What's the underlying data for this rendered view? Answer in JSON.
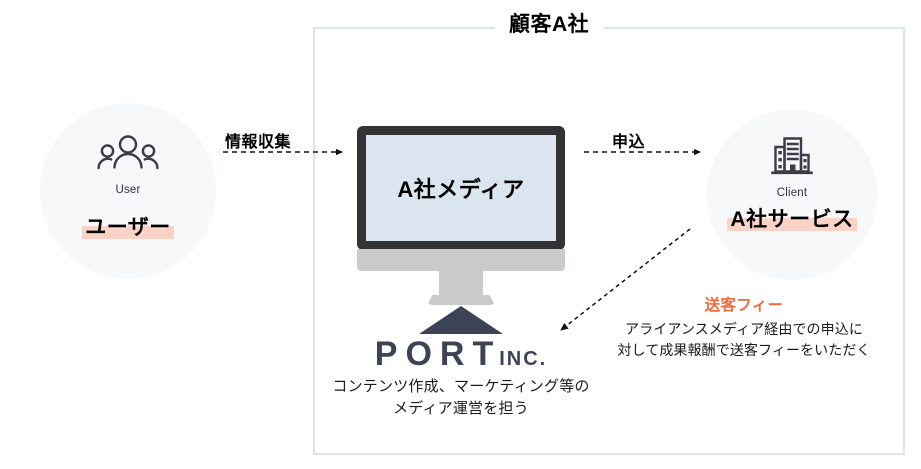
{
  "diagram": {
    "container": {
      "title": "顧客A社"
    },
    "nodes": {
      "user": {
        "icon_name": "people-group-icon",
        "sub_label": "User",
        "main_label": "ユーザー",
        "circle_color": "#f7f8fa",
        "highlight_color": "#fbd3c6"
      },
      "media": {
        "icon_name": "desktop-monitor-icon",
        "screen_label": "A社メディア",
        "screen_color": "#dbe5f0",
        "bezel_color": "#333333",
        "stand_color": "#c9cbcb"
      },
      "client": {
        "icon_name": "office-building-icon",
        "sub_label": "Client",
        "main_label": "A社サービス",
        "circle_color": "#f7f8fa",
        "highlight_color": "#fbd3c6"
      },
      "port": {
        "logo_mark_name": "port-triangle-mark",
        "logo_word": "PORT",
        "logo_suffix": "INC.",
        "logo_color": "#3c4354",
        "description_line1": "コンテンツ作成、マーケティング等の",
        "description_line2": "メディア運営を担う"
      }
    },
    "arrows": {
      "info_collect": {
        "label": "情報収集",
        "style": "dashed",
        "direction": "right"
      },
      "apply": {
        "label": "申込",
        "style": "dashed",
        "direction": "right"
      },
      "fee": {
        "title": "送客フィー",
        "title_color": "#f2693c",
        "description_line1": "アライアンスメディア経由での申込に",
        "description_line2": "対して成果報酬で送客フィーをいただく",
        "style": "dashed",
        "direction": "down-left"
      }
    }
  }
}
